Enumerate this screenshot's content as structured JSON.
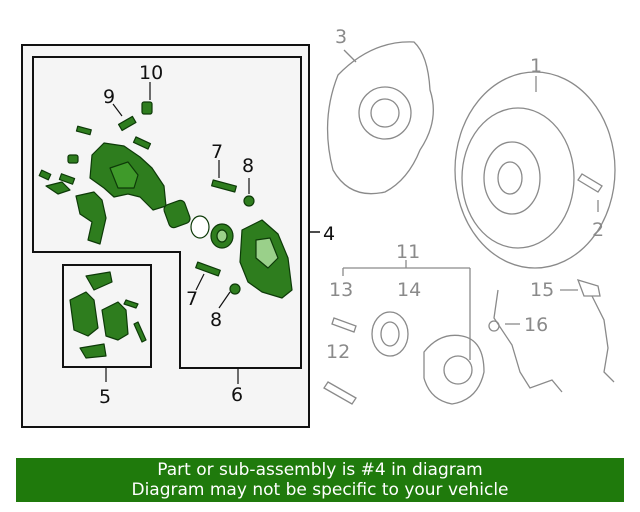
{
  "colors": {
    "part_highlight": "#2e7d1e",
    "part_outline": "#0d3a08",
    "banner_background": "#1f7a0c",
    "banner_text": "#ffffff",
    "grey_line": "#8a8a8a",
    "box_background": "#f5f5f5"
  },
  "callouts": {
    "c1": "1",
    "c2": "2",
    "c3": "3",
    "c4": "4",
    "c5": "5",
    "c6": "6",
    "c7a": "7",
    "c7b": "7",
    "c8a": "8",
    "c8b": "8",
    "c9": "9",
    "c10": "10",
    "c11": "11",
    "c12": "12",
    "c13": "13",
    "c14": "14",
    "c15": "15",
    "c16": "16"
  },
  "banner": {
    "line1": "Part or sub-assembly is #4 in diagram",
    "line2": "Diagram may not be specific to your vehicle"
  }
}
